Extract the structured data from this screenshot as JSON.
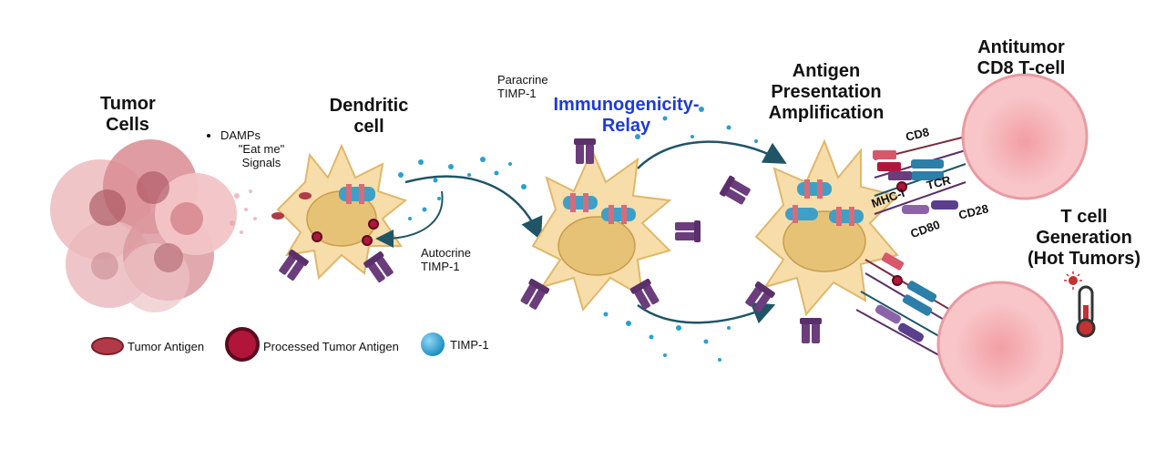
{
  "labels": {
    "tumor_cells": "Tumor Cells",
    "dendritic_cell": "Dendritic cell",
    "damps": "DAMPs",
    "eat_me": "\"Eat me\" Signals",
    "paracrine": "Paracrine TIMP-1",
    "immunogenicity_relay": "Immunogenicity-Relay",
    "autocrine": "Autocrine TIMP-1",
    "antigen_presentation": "Antigen Presentation Amplification",
    "antitumor_cd8": "Antitumor CD8 T-cell",
    "t_cell_generation": "T cell Generation (Hot Tumors)",
    "cd8": "CD8",
    "mhc_i": "MHC-I",
    "tcr": "TCR",
    "cd80": "CD80",
    "cd28": "CD28"
  },
  "legend": {
    "tumor_antigen": "Tumor Antigen",
    "processed_antigen": "Processed Tumor Antigen",
    "timp1": "TIMP-1"
  },
  "colors": {
    "tumor_cell": "#e9a7aa",
    "dendritic_cell": "#f7ddaa",
    "nucleus": "#e6c277",
    "tumor_antigen": "#b23a48",
    "processed_antigen": "#b1163a",
    "timp1": "#2a9fd0",
    "receptor_purple": "#6b3d7d",
    "arrow": "#1f5566",
    "t_cell": "#f4a3a8",
    "relay_text": "#1d3bd6"
  }
}
